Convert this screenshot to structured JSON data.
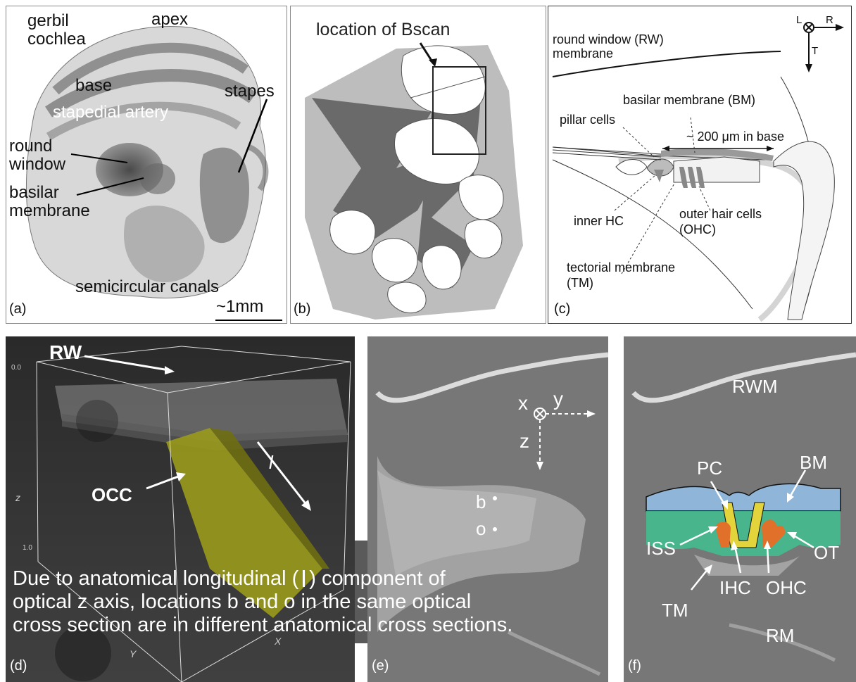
{
  "panel_a": {
    "letter": "(a)",
    "title_line1": "gerbil",
    "title_line2": "cochlea",
    "apex": "apex",
    "base": "base",
    "stapedial_artery": "stapedial artery",
    "stapes": "stapes",
    "round_window_line1": "round",
    "round_window_line2": "window",
    "basilar_line1": "basilar",
    "basilar_line2": "membrane",
    "semicircular": "semicircular canals",
    "scale": "~1mm"
  },
  "panel_b": {
    "letter": "(b)",
    "location": "location of Bscan"
  },
  "panel_c": {
    "letter": "(c)",
    "rw_line1": "round window (RW)",
    "rw_line2": "membrane",
    "bm": "basilar membrane (BM)",
    "pillar": "pillar cells",
    "width_note": "~ 200 μm in base",
    "inner_hc": "inner HC",
    "ohc_line1": "outer hair cells",
    "ohc_line2": "(OHC)",
    "tm_line1": "tectorial membrane",
    "tm_line2": "(TM)",
    "axis_l": "L",
    "axis_r": "R",
    "axis_t": "T"
  },
  "panel_d": {
    "letter": "(d)",
    "rw": "RW",
    "occ": "OCC",
    "l": "l",
    "tick_top": "0.0",
    "tick_bottom": "1.0",
    "z": "z",
    "y": "Y",
    "x": "X"
  },
  "panel_e": {
    "letter": "(e)",
    "x": "x",
    "y": "y",
    "z": "z",
    "b": "b",
    "o": "o"
  },
  "panel_f": {
    "letter": "(f)",
    "rwm": "RWM",
    "pc": "PC",
    "bm": "BM",
    "iss": "ISS",
    "ot": "OT",
    "ihc": "IHC",
    "ohc": "OHC",
    "tm": "TM",
    "rm": "RM"
  },
  "caption": {
    "line1_a": "Due to anatomical longitudinal (",
    "line1_b": ") component of",
    "line2": "optical z axis, locations b and o in the same optical",
    "line3": "cross section are in different anatomical cross sections."
  },
  "colors": {
    "bm_region": "#8fb6d9",
    "tm_region": "#3fbf8f",
    "pillar": "#e2d43a",
    "hair_cells": "#e0702a",
    "occ_volume": "#9a9a1c"
  }
}
